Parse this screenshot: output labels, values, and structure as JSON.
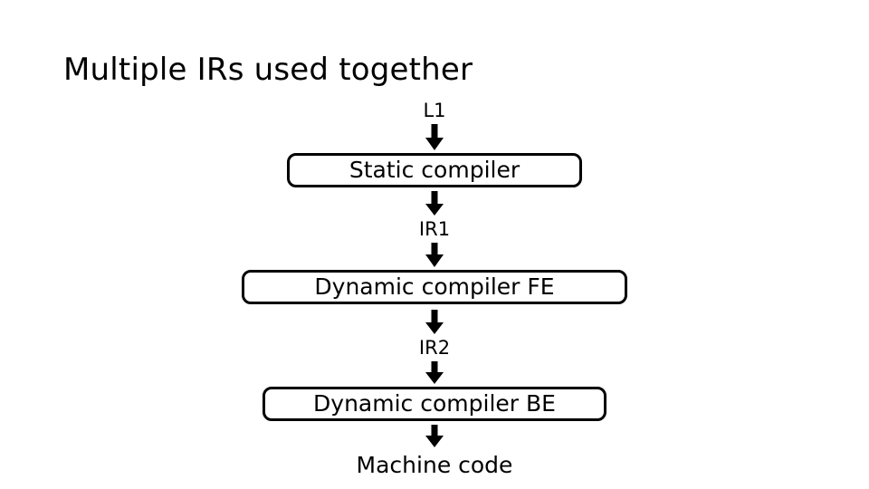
{
  "slide": {
    "title": "Multiple IRs used together",
    "background_color": "#ffffff",
    "text_color": "#000000"
  },
  "flow": {
    "orientation": "top-to-bottom",
    "arrow_icon": "down-arrow-icon",
    "nodes": [
      {
        "id": "l1",
        "kind": "label",
        "text": "L1"
      },
      {
        "id": "static-compiler",
        "kind": "box",
        "text": "Static compiler"
      },
      {
        "id": "ir1",
        "kind": "label",
        "text": "IR1"
      },
      {
        "id": "dynamic-compiler-fe",
        "kind": "box",
        "text": "Dynamic compiler FE"
      },
      {
        "id": "ir2",
        "kind": "label",
        "text": "IR2"
      },
      {
        "id": "dynamic-compiler-be",
        "kind": "box",
        "text": "Dynamic compiler BE"
      },
      {
        "id": "machine-code",
        "kind": "label",
        "text": "Machine code"
      }
    ]
  }
}
